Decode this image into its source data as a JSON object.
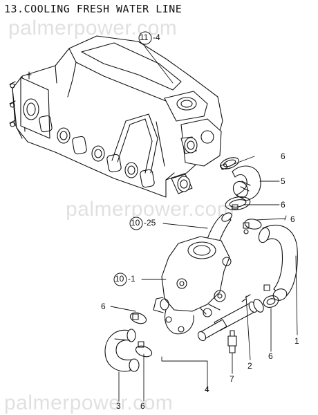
{
  "title": "13.COOLING FRESH WATER LINE",
  "watermark": "palmerpower.com",
  "callouts": {
    "c11_4": {
      "num": "11",
      "suffix": "-4"
    },
    "c10_25": {
      "num": "10",
      "suffix": "-25"
    },
    "c10_1": {
      "num": "10",
      "suffix": "-1"
    },
    "p1": "1",
    "p2": "2",
    "p3": "3",
    "p4": "4",
    "p5": "5",
    "p6a": "6",
    "p6b": "6",
    "p6c": "6",
    "p6d": "6",
    "p6e": "6",
    "p6f": "6",
    "p7": "7"
  }
}
